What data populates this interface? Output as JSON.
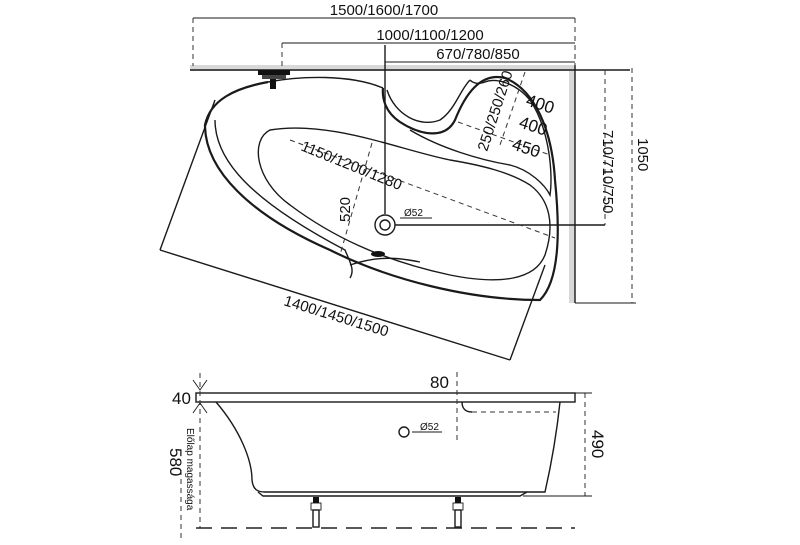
{
  "top_view": {
    "overall_width": "1500/1600/1700",
    "drain_offset": "1000/1100/1200",
    "seat_offset": "670/780/850",
    "depth_total": "1050",
    "drain_depth": "710/710/750",
    "inner_length": "1150/1200/1280",
    "inner_width": "520",
    "drain_diameter": "Ø52",
    "front_length": "1400/1450/1500",
    "seat_depth": "250/250/260",
    "seat_width_a": "400",
    "seat_width_b": "400",
    "seat_width_c": "450"
  },
  "side_view": {
    "rim_height": "40",
    "overflow_offset": "80",
    "overflow_diameter": "Ø52",
    "tub_height": "490",
    "panel_height": "580",
    "panel_label": "Előlap magassága"
  }
}
